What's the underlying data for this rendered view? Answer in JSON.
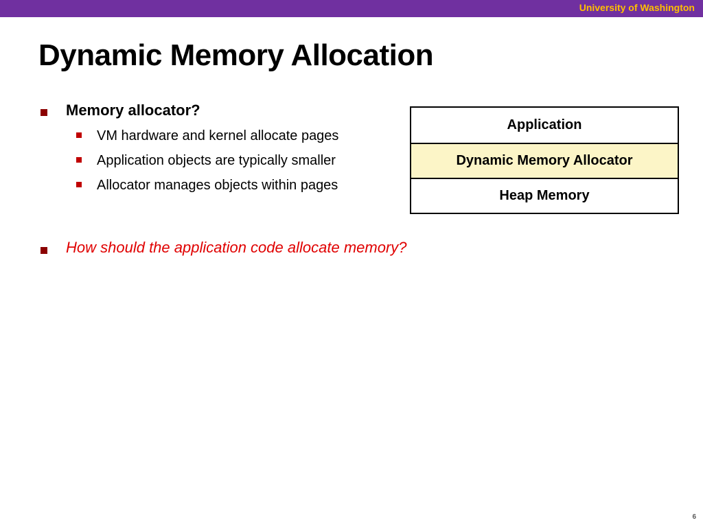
{
  "header": {
    "institution": "University of Washington"
  },
  "title": "Dynamic Memory Allocation",
  "bullets": [
    {
      "text": "Memory allocator?",
      "sub": [
        "VM hardware and kernel allocate pages",
        "Application objects are typically smaller",
        "Allocator manages objects within pages"
      ]
    },
    {
      "text": "How should the application code allocate memory?"
    }
  ],
  "diagram": {
    "layers": [
      {
        "label": "Application"
      },
      {
        "label": "Dynamic Memory Allocator"
      },
      {
        "label": "Heap Memory"
      }
    ]
  },
  "colors": {
    "top_bar": "#7030a0",
    "institution_text": "#ffc000",
    "bullet_square": "#8b0000",
    "question_text": "#e00000",
    "allocator_highlight": "#fcf5c7"
  },
  "footer": {
    "page_number": "6"
  }
}
